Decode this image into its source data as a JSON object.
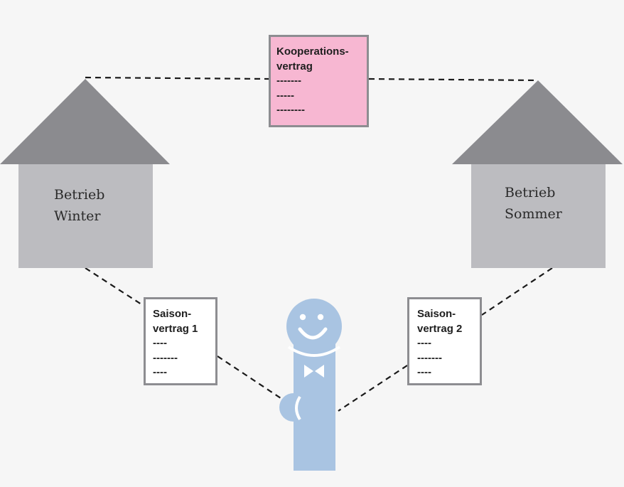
{
  "colors": {
    "background": "#f6f6f6",
    "roof": "#8b8b8f",
    "house_body": "#bcbcc0",
    "contract_highlight": "#f7b7d2",
    "document_border": "#8d8d91",
    "person": "#a9c4e2",
    "connector": "#1a1a1a"
  },
  "houses": {
    "winter": {
      "line1": "Betrieb",
      "line2": "Winter"
    },
    "summer": {
      "line1": "Betrieb",
      "line2": "Sommer"
    }
  },
  "documents": {
    "cooperation": {
      "title_line1": "Kooperations-",
      "title_line2": "vertrag",
      "line1": "-------",
      "line2": "-----",
      "line3": "--------"
    },
    "seasonal1": {
      "title_line1": "Saison-",
      "title_line2": "vertrag 1",
      "line1": "----",
      "line2": "-------",
      "line3": "----"
    },
    "seasonal2": {
      "title_line1": "Saison-",
      "title_line2": "vertrag 2",
      "line1": "----",
      "line2": "-------",
      "line3": "----"
    }
  },
  "icons": {
    "person": "smiling-waiter-icon"
  }
}
